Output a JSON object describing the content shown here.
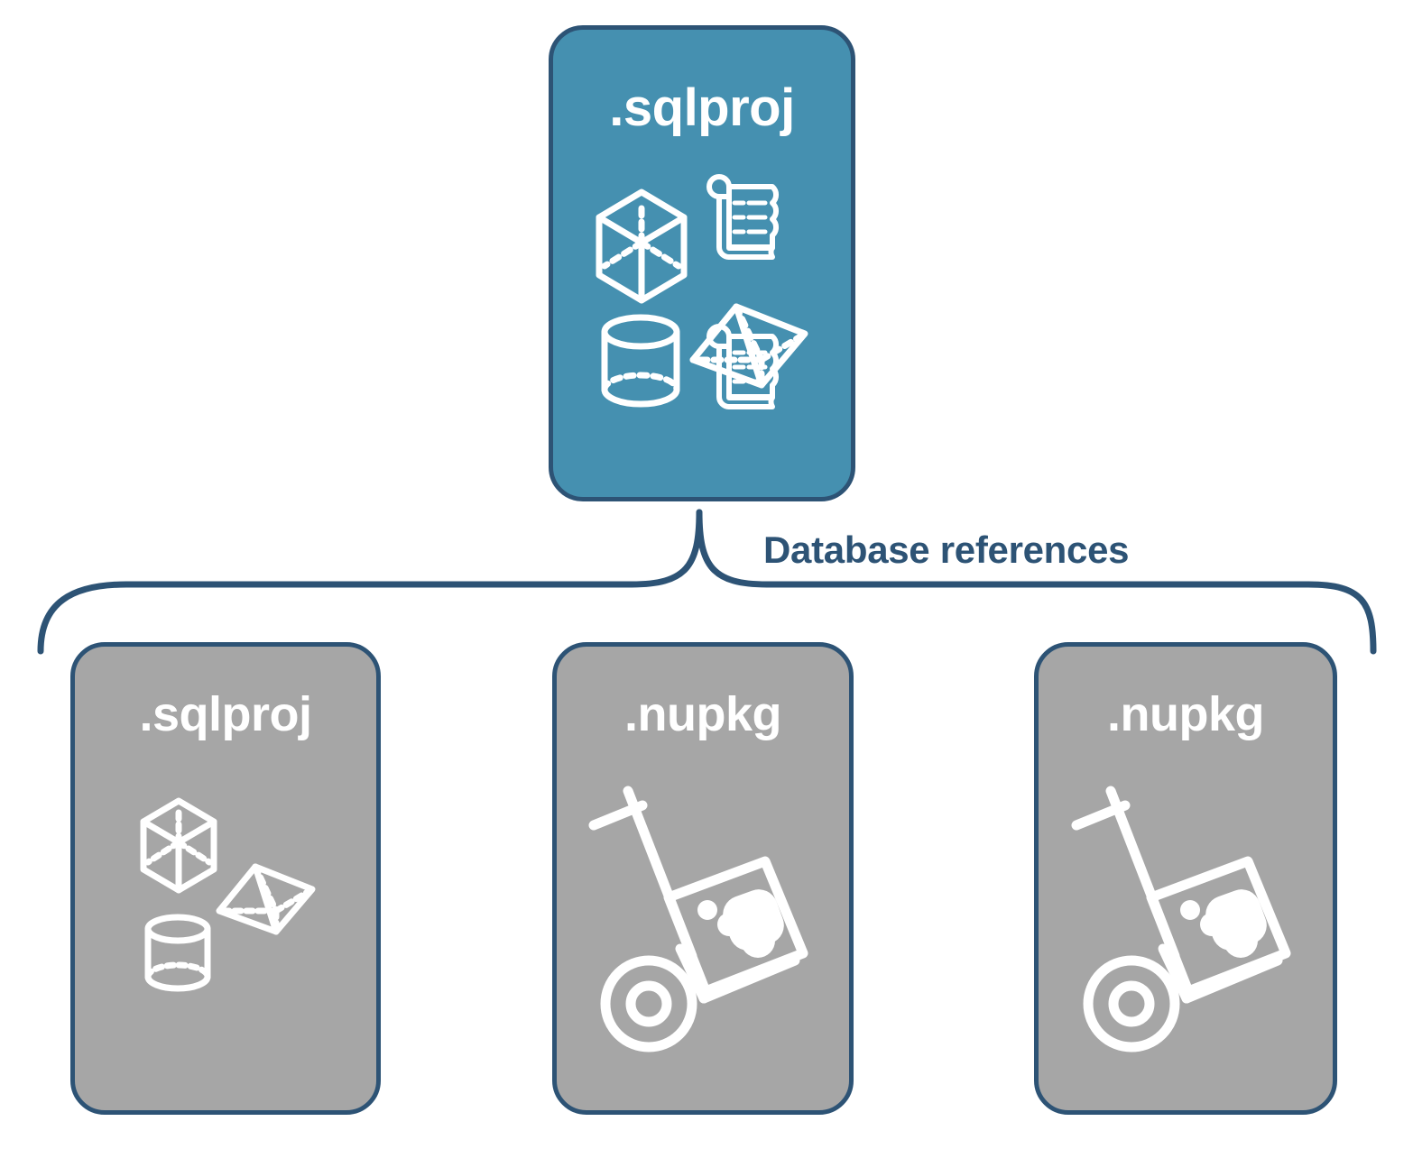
{
  "diagram": {
    "title": "Database references",
    "colors": {
      "root_card_fill": "#4590b0",
      "reference_card_fill": "#a6a6a6",
      "stroke": "#2d5375",
      "icon": "#ffffff",
      "background": "#ffffff"
    },
    "root_node": {
      "label": ".sqlproj",
      "icons": [
        "cube-icon",
        "scroll-icon",
        "pyramid-icon",
        "cylinder-icon",
        "scroll-icon"
      ]
    },
    "connector": {
      "label": "Database references",
      "style": "curly-brace",
      "from": "root_node",
      "to_count": 3
    },
    "reference_nodes": [
      {
        "label": ".sqlproj",
        "kind": "sqlproj",
        "icons": [
          "cube-icon",
          "pyramid-icon",
          "cylinder-icon"
        ]
      },
      {
        "label": ".nupkg",
        "kind": "nupkg",
        "icons": [
          "hand-truck-package-icon"
        ]
      },
      {
        "label": ".nupkg",
        "kind": "nupkg",
        "icons": [
          "hand-truck-package-icon"
        ]
      }
    ]
  }
}
